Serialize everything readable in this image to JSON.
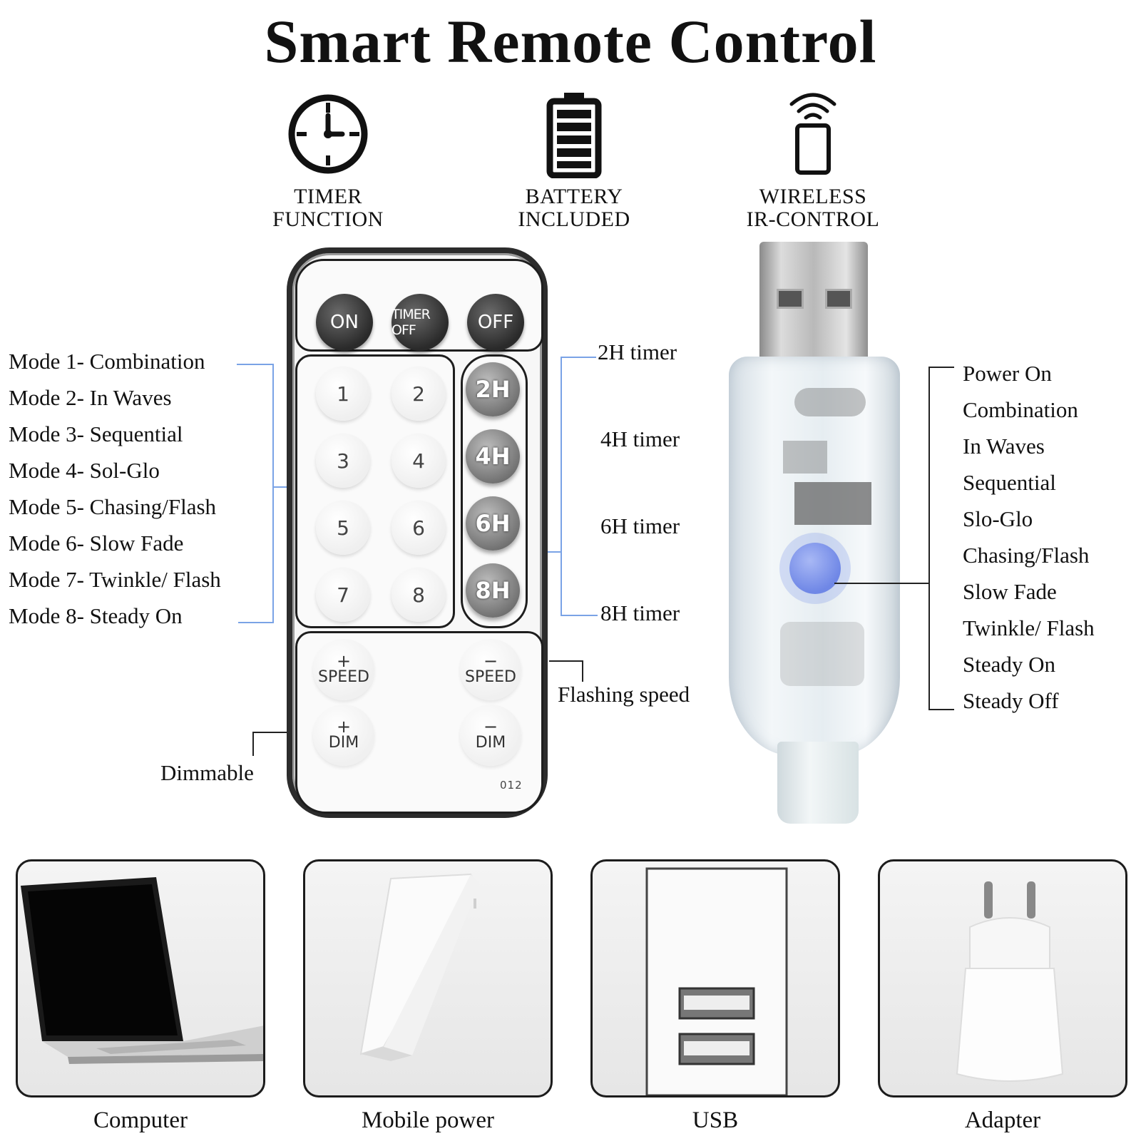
{
  "title": "Smart Remote Control",
  "features": [
    {
      "icon": "clock-icon",
      "line1": "TIMER",
      "line2": "FUNCTION"
    },
    {
      "icon": "battery-icon",
      "line1": "BATTERY",
      "line2": "INCLUDED"
    },
    {
      "icon": "wireless-remote-icon",
      "line1": "WIRELESS",
      "line2": "IR-CONTROL"
    }
  ],
  "modes": [
    "Mode 1- Combination",
    "Mode 2- In Waves",
    "Mode 3- Sequential",
    "Mode 4- Sol-Glo",
    "Mode 5- Chasing/Flash",
    "Mode 6- Slow Fade",
    "Mode 7- Twinkle/ Flash",
    "Mode 8- Steady On"
  ],
  "timers": [
    "2H timer",
    "4H timer",
    "6H timer",
    "8H timer"
  ],
  "flashing_speed_label": "Flashing speed",
  "dimmable_label": "Dimmable",
  "remote": {
    "on": "ON",
    "timer_off": "TIMER OFF",
    "off": "OFF",
    "numbers": [
      "1",
      "2",
      "3",
      "4",
      "5",
      "6",
      "7",
      "8"
    ],
    "timer_buttons": [
      "2H",
      "4H",
      "6H",
      "8H"
    ],
    "speed_plus_sym": "+",
    "speed_minus_sym": "−",
    "speed": "SPEED",
    "dim_plus_sym": "+",
    "dim_minus_sym": "−",
    "dim": "DIM",
    "model": "012"
  },
  "controller_modes": [
    "Power On",
    "Combination",
    "In Waves",
    "Sequential",
    "Slo-Glo",
    "Chasing/Flash",
    "Slow Fade",
    "Twinkle/ Flash",
    "Steady On",
    "Steady Off"
  ],
  "power_sources": [
    {
      "label": "Computer",
      "icon": "laptop-icon"
    },
    {
      "label": "Mobile power",
      "icon": "power-bank-icon"
    },
    {
      "label": "USB",
      "icon": "usb-socket-icon"
    },
    {
      "label": "Adapter",
      "icon": "power-adapter-icon"
    }
  ],
  "colors": {
    "leader_line": "#7aa3e6",
    "controller_button": "#6f87e6",
    "remote_frame": "#2c2c2c"
  }
}
